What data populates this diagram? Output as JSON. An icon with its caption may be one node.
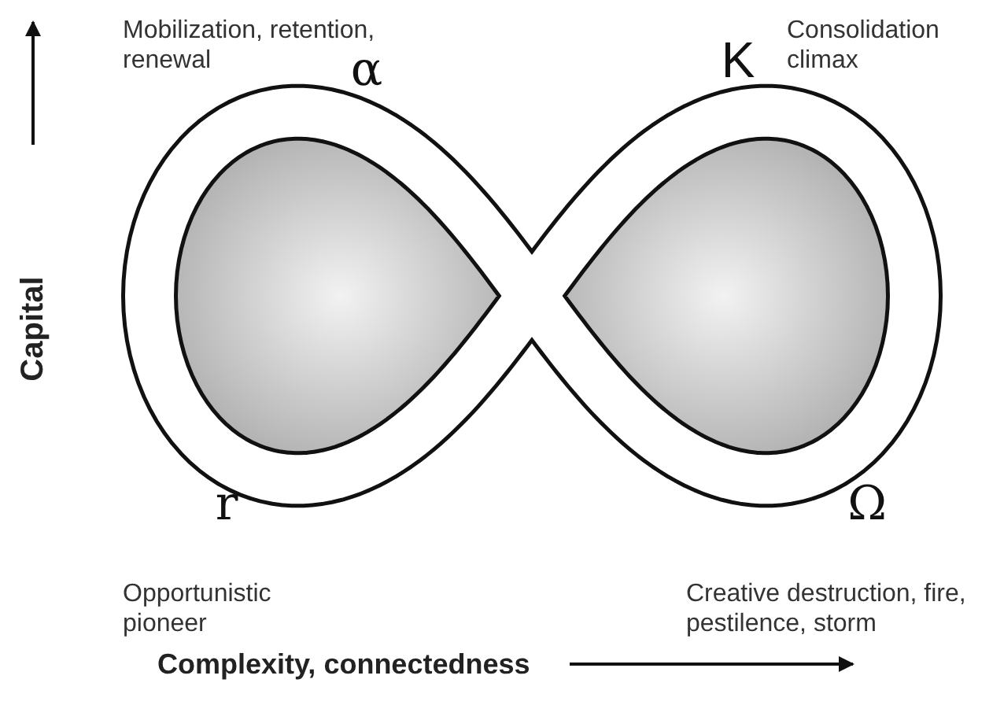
{
  "diagram": {
    "labels": [
      "Mobilization, retention, renewal",
      "α",
      "K",
      "Consolidation climax",
      "Capital",
      "r",
      "Ω",
      "Opportunistic pioneer",
      "Creative destruction, fire, pestilence, storm",
      "Complexity, connectedness"
    ]
  }
}
